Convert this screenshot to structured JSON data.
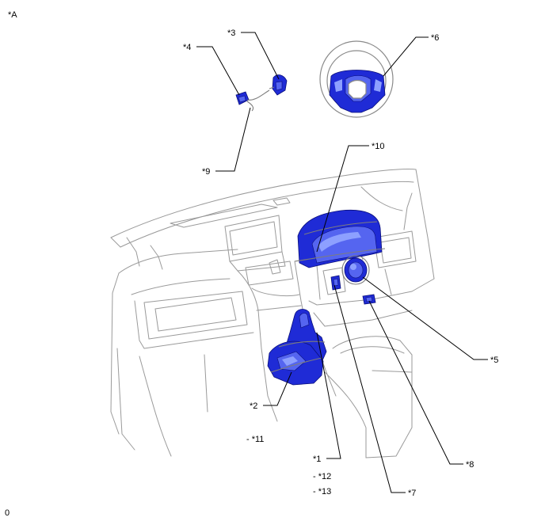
{
  "figure_label": "*A",
  "footer_code": "0",
  "callouts": {
    "c1": "*1",
    "c2": "*2",
    "c3": "*3",
    "c4": "*4",
    "c5": "*5",
    "c6": "*6",
    "c7": "*7",
    "c8": "*8",
    "c9": "*9",
    "c10": "*10"
  },
  "sub_callouts": {
    "c11": "- *11",
    "c12": "- *12",
    "c13": "- *13"
  },
  "colors": {
    "highlight_part": "#1f2bd6",
    "outline": "#9a9a9a",
    "leader": "#000000"
  }
}
